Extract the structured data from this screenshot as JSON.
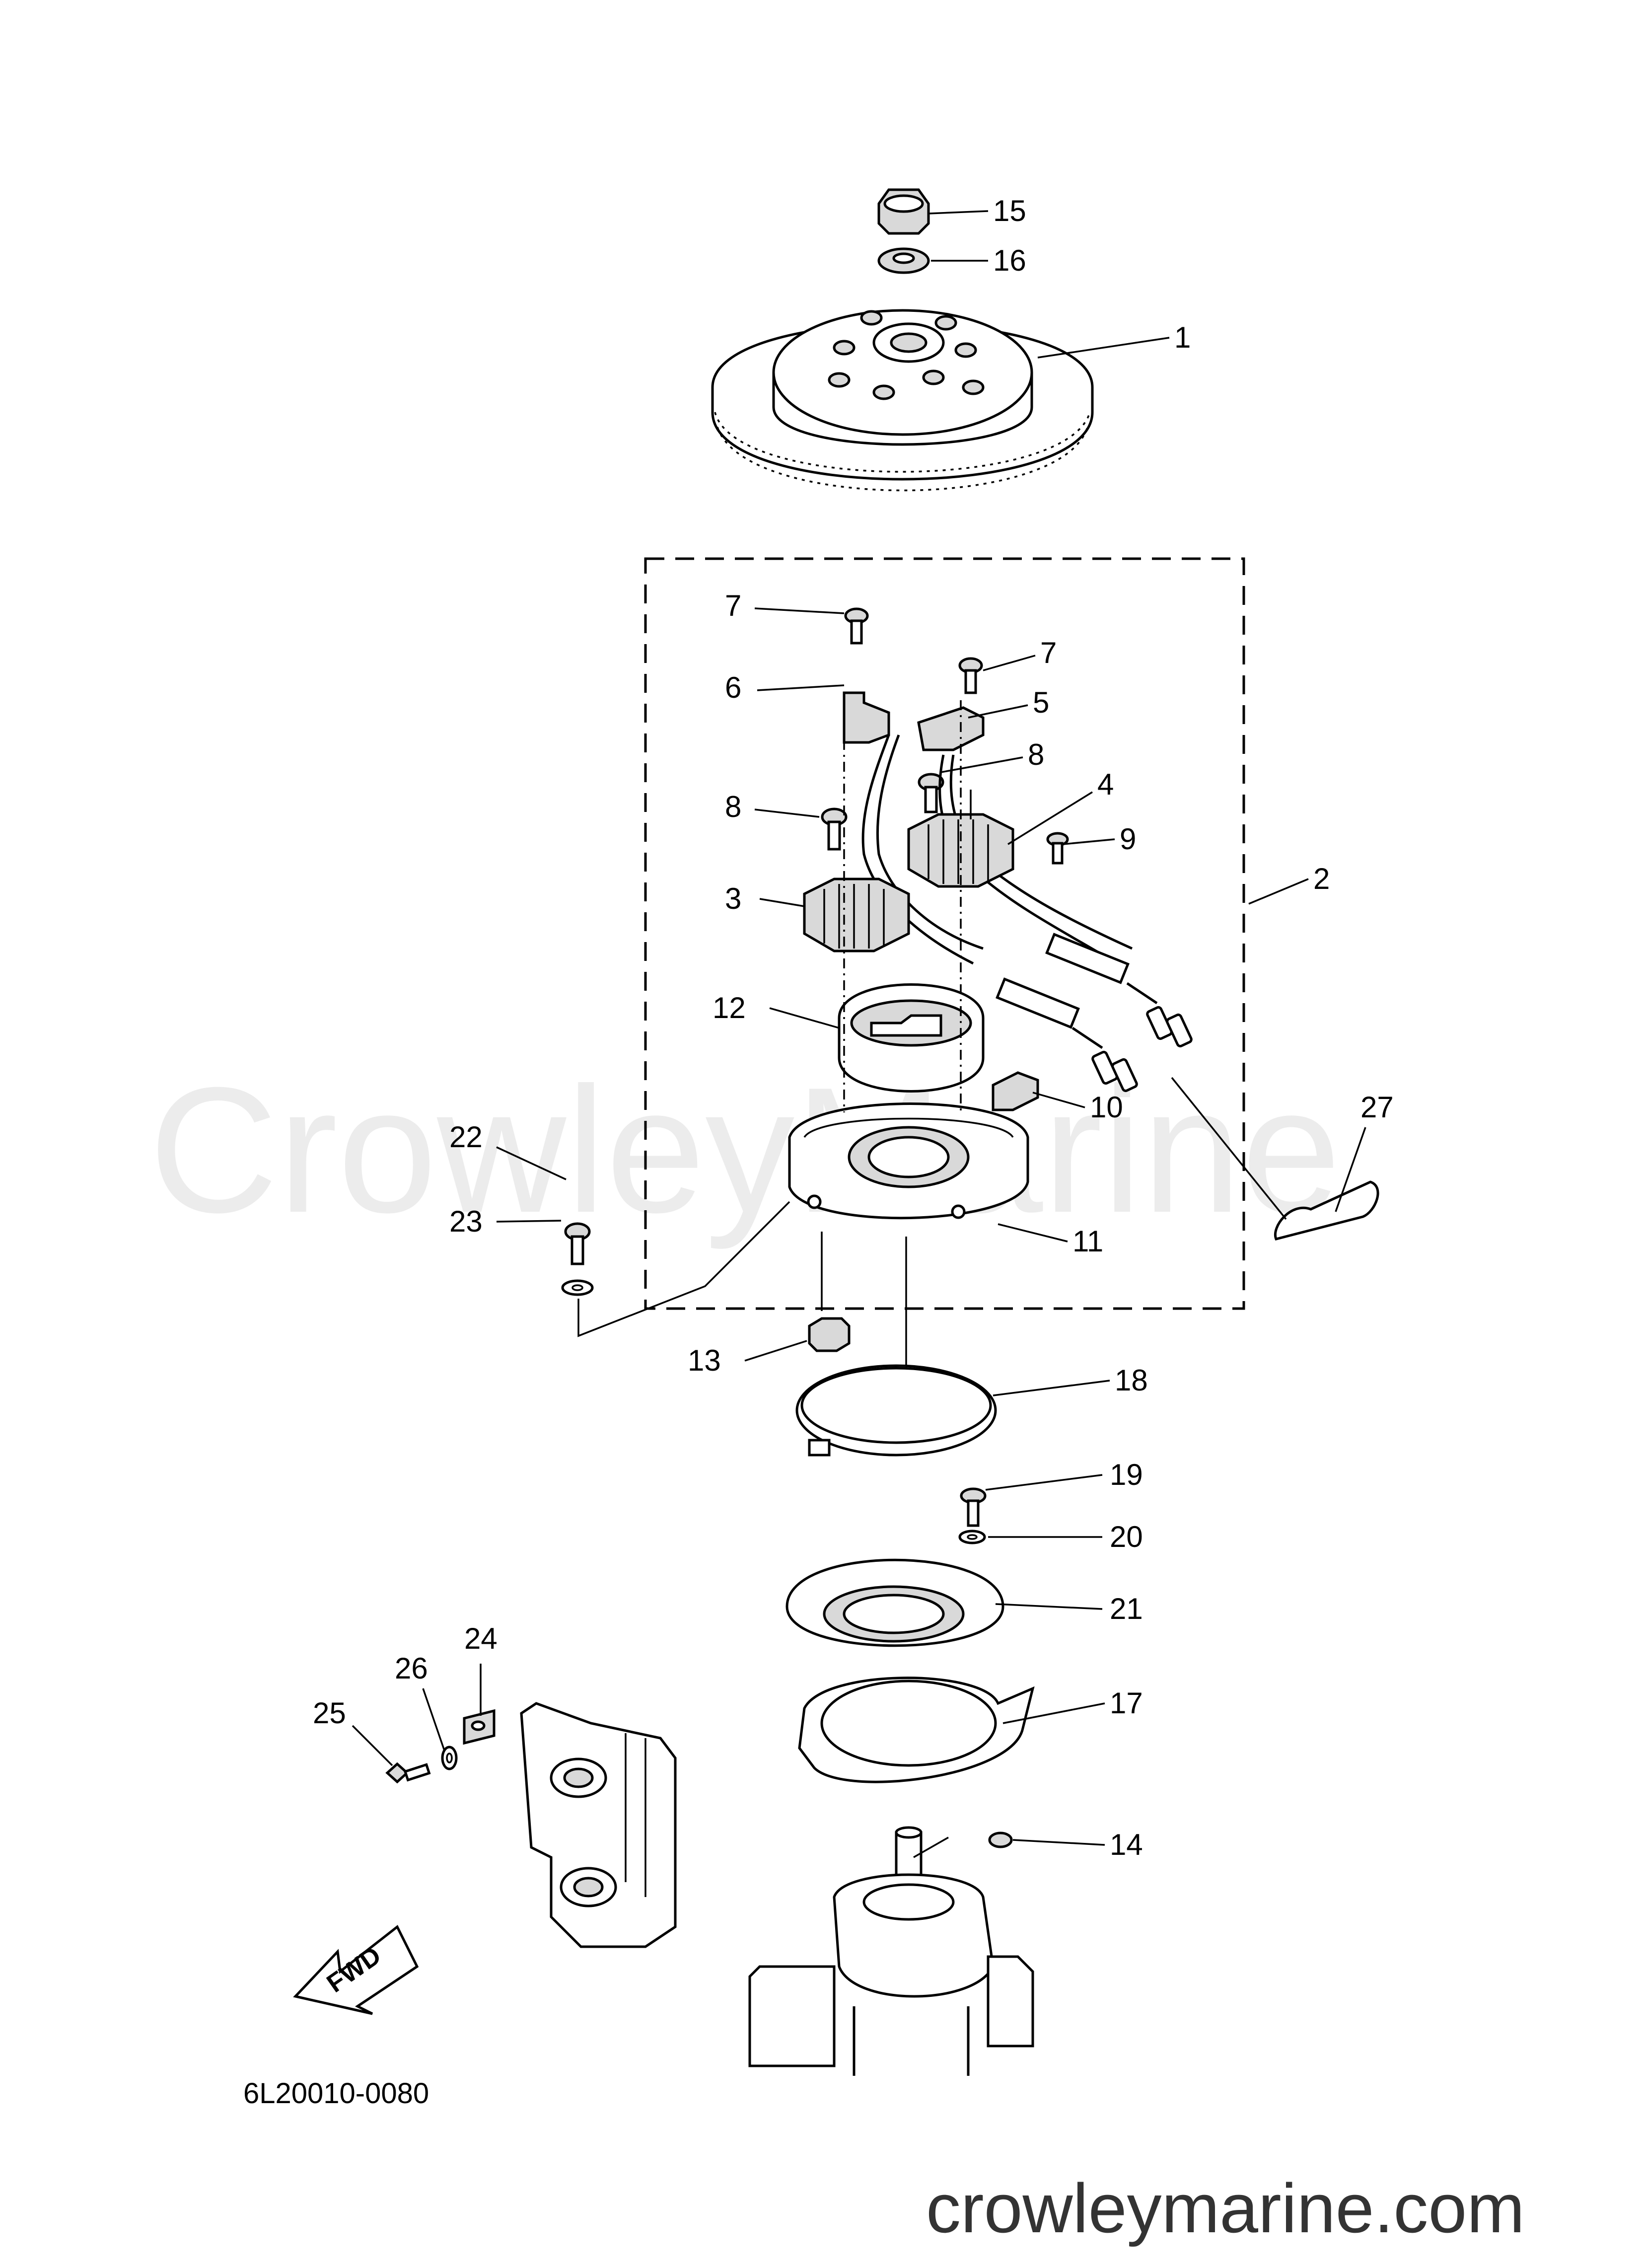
{
  "watermark": "CrowleyMarine",
  "footer_site": "crowleymarine.com",
  "diagram_code": "6L20010-0080",
  "fwd_label": "FWD",
  "callouts": {
    "c1": "1",
    "c2": "2",
    "c3": "3",
    "c4": "4",
    "c5": "5",
    "c6": "6",
    "c7a": "7",
    "c7b": "7",
    "c8a": "8",
    "c8b": "8",
    "c9": "9",
    "c10": "10",
    "c11": "11",
    "c12": "12",
    "c13": "13",
    "c14": "14",
    "c15": "15",
    "c16": "16",
    "c17": "17",
    "c18": "18",
    "c19": "19",
    "c20": "20",
    "c21": "21",
    "c22": "22",
    "c23": "23",
    "c24": "24",
    "c25": "25",
    "c26": "26",
    "c27": "27"
  }
}
